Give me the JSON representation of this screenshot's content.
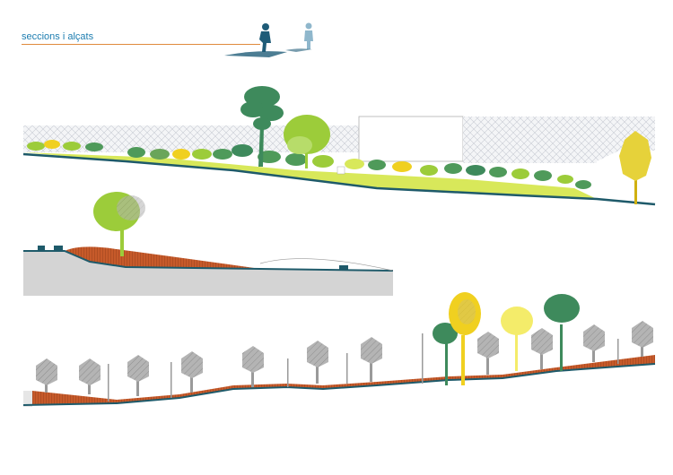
{
  "header": {
    "title": "seccions i alçats"
  },
  "colors": {
    "title": "#1d7db0",
    "accent_line": "#e08a3c",
    "terrain_line": "#1e5a6a",
    "wall_orange": "#c65a2a",
    "lawn_yellow": "#d8e85a",
    "shrub_green": "#4f9a5a",
    "tree_dark_green": "#3e8a5c",
    "tree_lime": "#9ccc3a",
    "tree_yellow": "#f0d020",
    "tree_grey": "#b4b4b4",
    "ground_grey": "#d4d4d4"
  },
  "drawings": [
    {
      "name": "elevation-section",
      "icon": "building-facade-grid"
    },
    {
      "name": "cross-section",
      "icon": "retaining-wall"
    },
    {
      "name": "longitudinal-section",
      "icon": "tree-row"
    }
  ]
}
